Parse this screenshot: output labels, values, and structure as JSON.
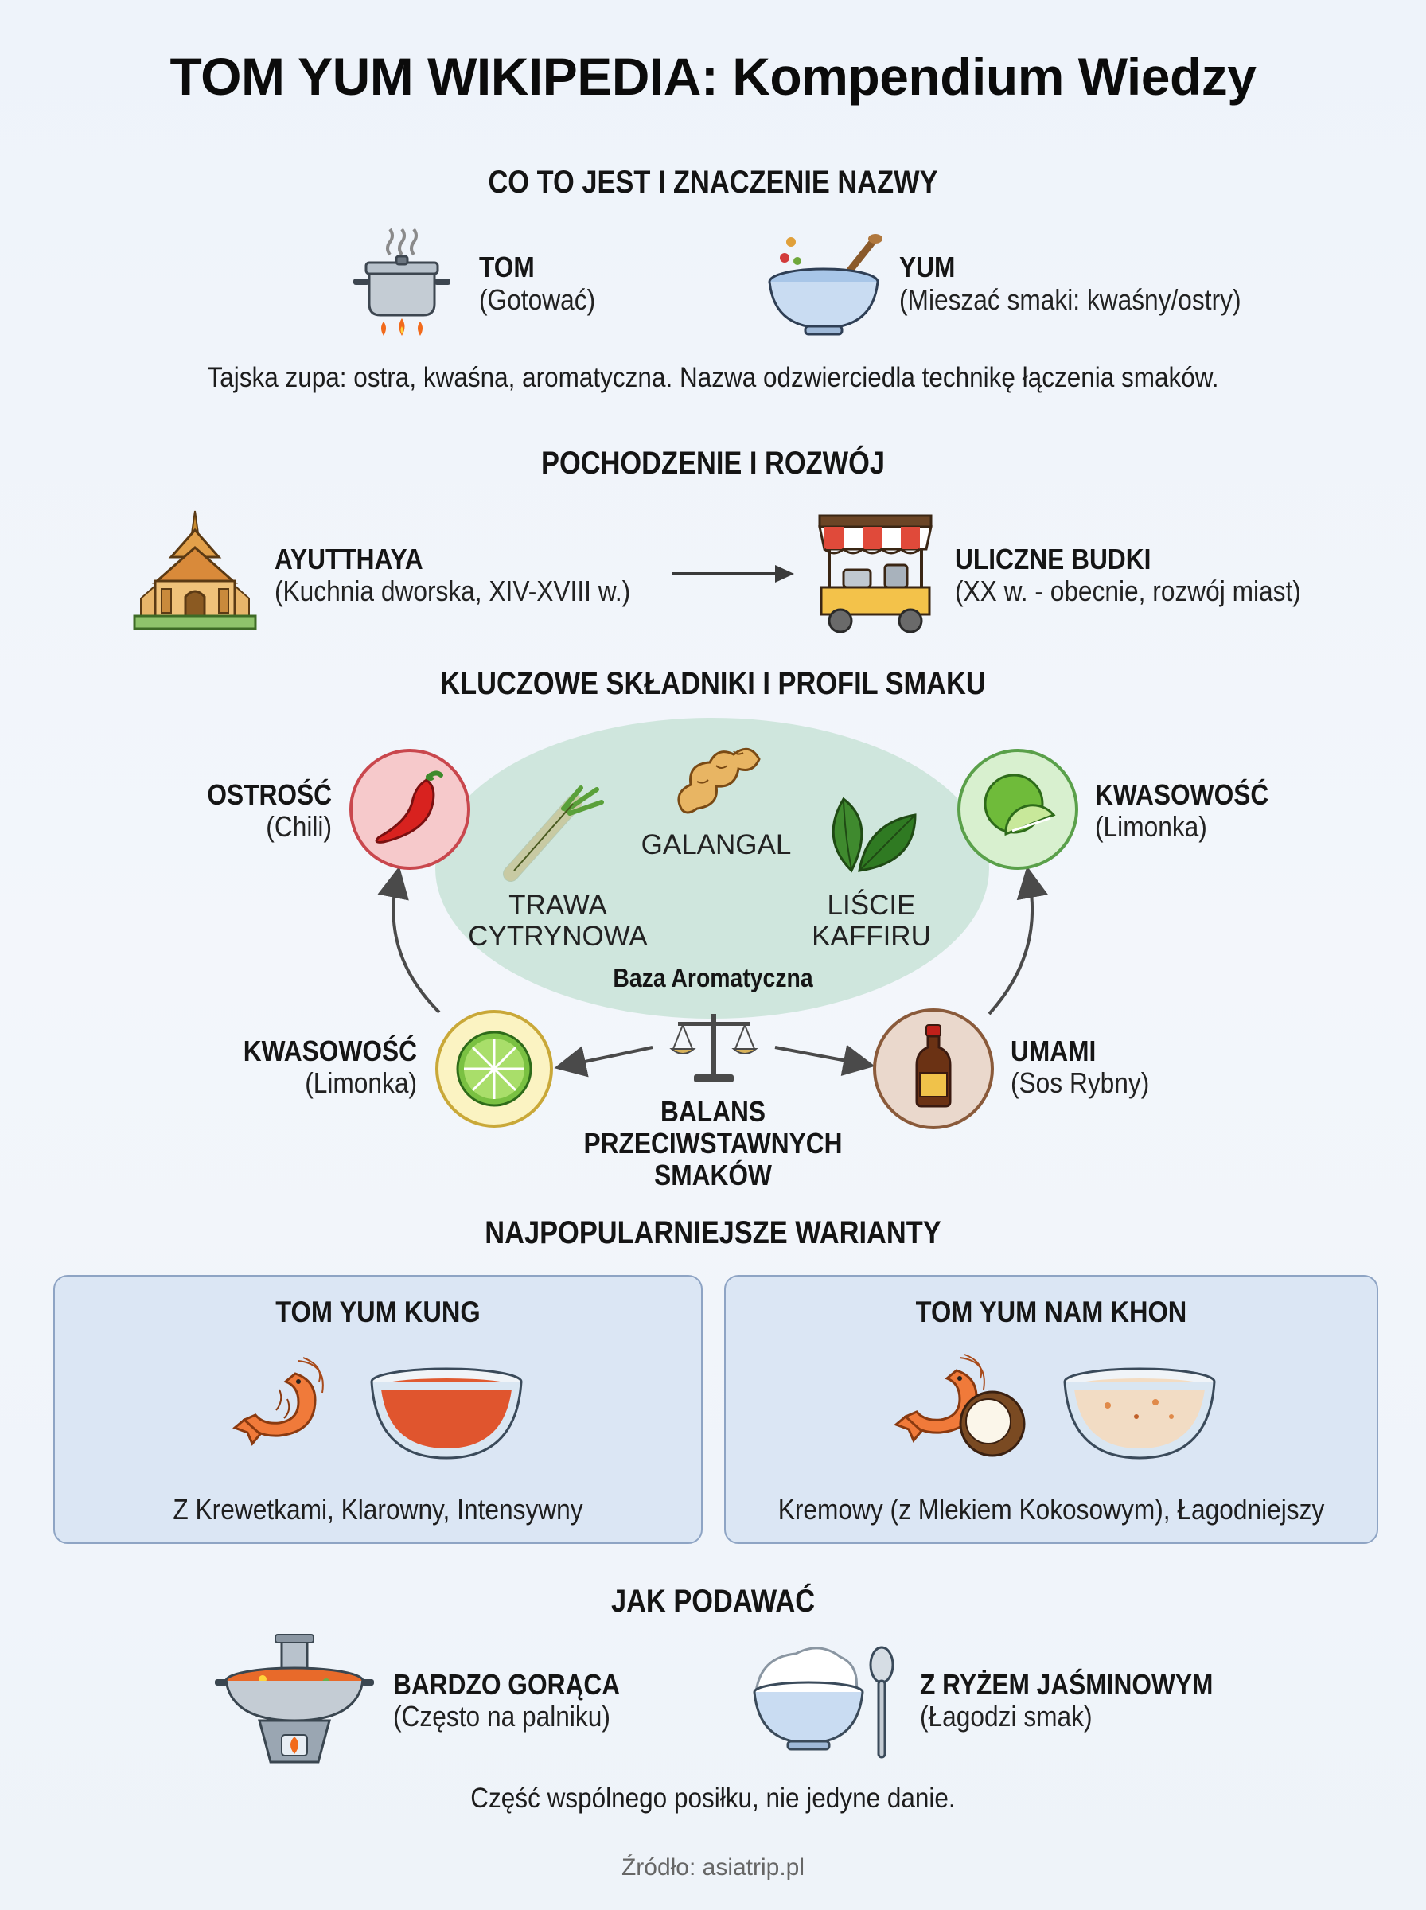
{
  "title": "TOM YUM WIKIPEDIA: Kompendium Wiedzy",
  "section1": {
    "heading": "CO TO JEST I ZNACZENIE NAZWY",
    "tom": {
      "label": "TOM",
      "sub": "(Gotować)"
    },
    "yum": {
      "label": "YUM",
      "sub": "(Mieszać smaki: kwaśny/ostry)"
    },
    "description": "Tajska zupa: ostra, kwaśna, aromatyczna. Nazwa odzwierciedla technikę łączenia smaków."
  },
  "section2": {
    "heading": "POCHODZENIE I ROZWÓJ",
    "origin": {
      "label": "AYUTTHAYA",
      "sub": "(Kuchnia dworska, XIV-XVIII w.)"
    },
    "today": {
      "label": "ULICZNE BUDKI",
      "sub": "(XX w. - obecnie, rozwój miast)"
    }
  },
  "section3": {
    "heading": "KLUCZOWE SKŁADNIKI I PROFIL SMAKU",
    "spicy": {
      "label": "OSTROŚĆ",
      "sub": "(Chili)"
    },
    "sour_top": {
      "label": "KWASOWOŚĆ",
      "sub": "(Limonka)"
    },
    "sour_bottom": {
      "label": "KWASOWOŚĆ",
      "sub": "(Limonka)"
    },
    "umami": {
      "label": "UMAMI",
      "sub": "(Sos Rybny)"
    },
    "lemongrass": {
      "line1": "TRAWA",
      "line2": "CYTRYNOWA"
    },
    "galangal": "GALANGAL",
    "kaffir": {
      "line1": "LIŚCIE",
      "line2": "KAFFIRU"
    },
    "base": "Baza Aromatyczna",
    "balance": {
      "line1": "BALANS",
      "line2": "PRZECIWSTAWNYCH",
      "line3": "SMAKÓW"
    }
  },
  "section4": {
    "heading": "NAJPOPULARNIEJSZE WARIANTY",
    "kung": {
      "title": "TOM YUM KUNG",
      "desc": "Z Krewetkami, Klarowny, Intensywny"
    },
    "namkhon": {
      "title": "TOM YUM NAM KHON",
      "desc": "Kremowy (z Mlekiem Kokosowym), Łagodniejszy"
    }
  },
  "section5": {
    "heading": "JAK PODAWAĆ",
    "hot": {
      "label": "BARDZO GORĄCA",
      "sub": "(Często na palniku)"
    },
    "rice": {
      "label": "Z RYŻEM JAŚMINOWYM",
      "sub": "(Łagodzi smak)"
    },
    "note": "Część wspólnego posiłku, nie jedyne danie."
  },
  "source": "Źródło: asiatrip.pl",
  "colors": {
    "chili_circle": "#f6c9cb",
    "lime_circle": "#d8f0cf",
    "lemon_circle": "#fbf3c2",
    "umami_circle": "#ead8cc",
    "aroma_base": "#cfe6dd",
    "card_bg": "#dbe6f4",
    "card_border": "#8ea4c4"
  }
}
